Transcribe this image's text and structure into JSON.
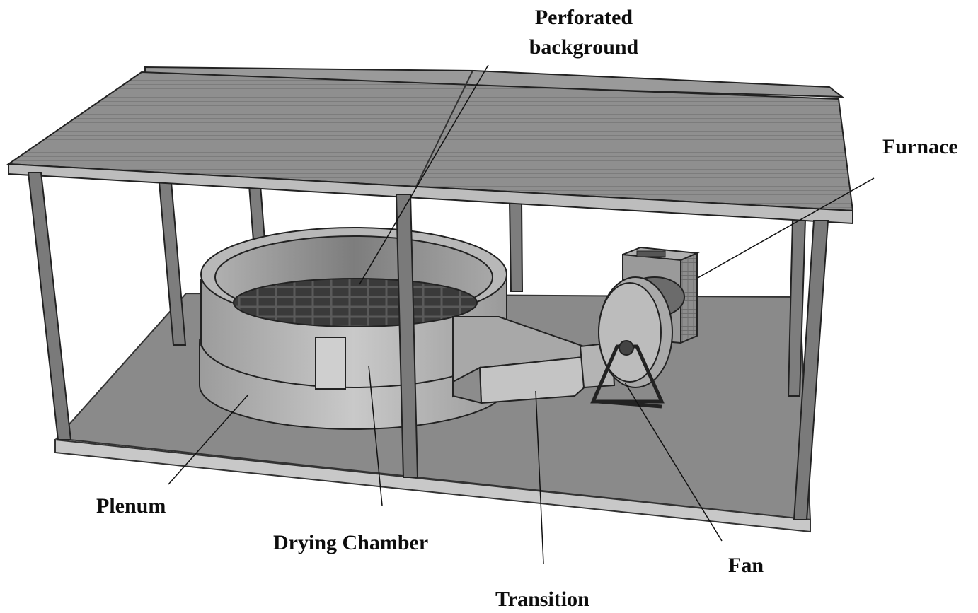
{
  "diagram": {
    "labels": {
      "perforated_line1": "Perforated",
      "perforated_line2": "background",
      "furnace": "Furnace",
      "plenum": "Plenum",
      "drying_chamber": "Drying Chamber",
      "fan": "Fan",
      "transition": "Transition"
    }
  }
}
